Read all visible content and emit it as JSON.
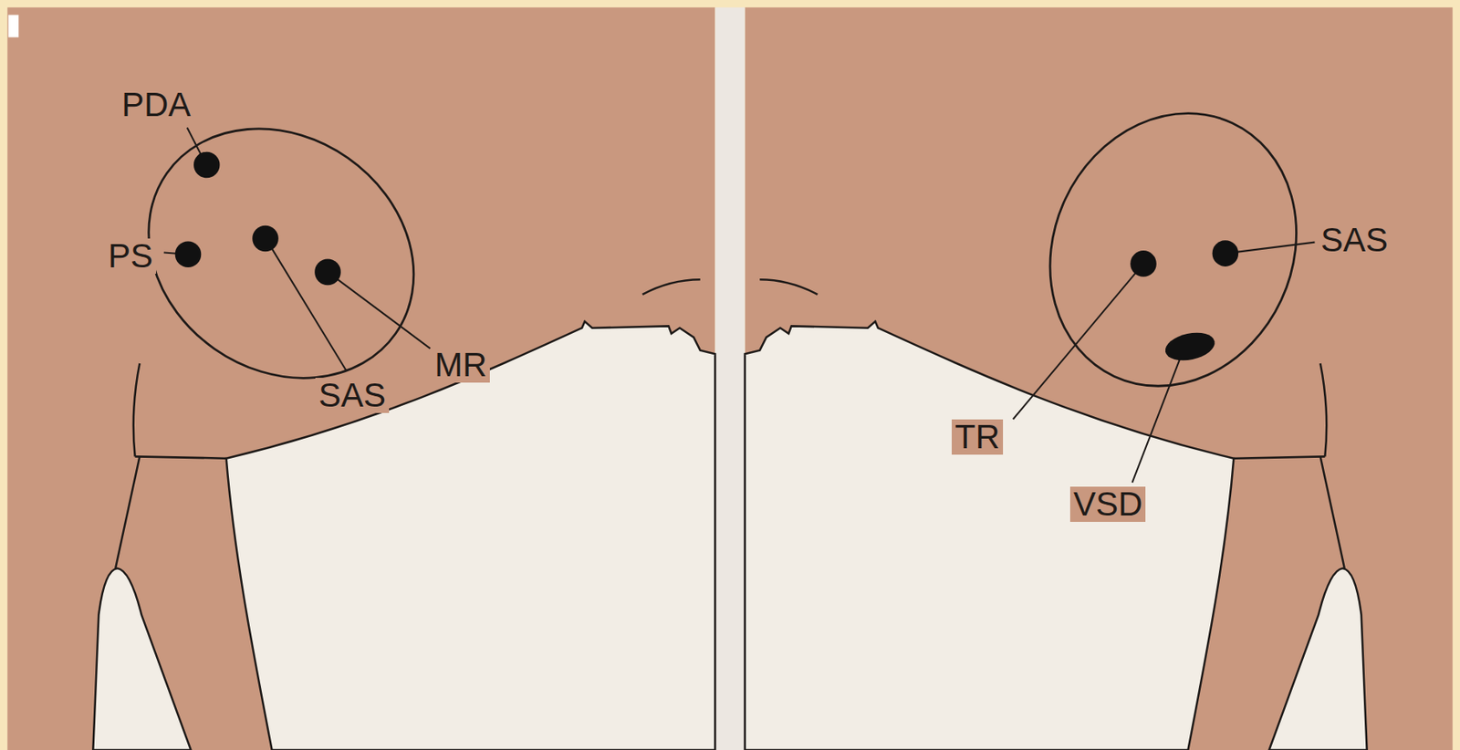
{
  "diagram": {
    "labels": [
      "PDA",
      "PS",
      "SAS",
      "MR",
      "SAS",
      "TR",
      "VSD"
    ]
  }
}
